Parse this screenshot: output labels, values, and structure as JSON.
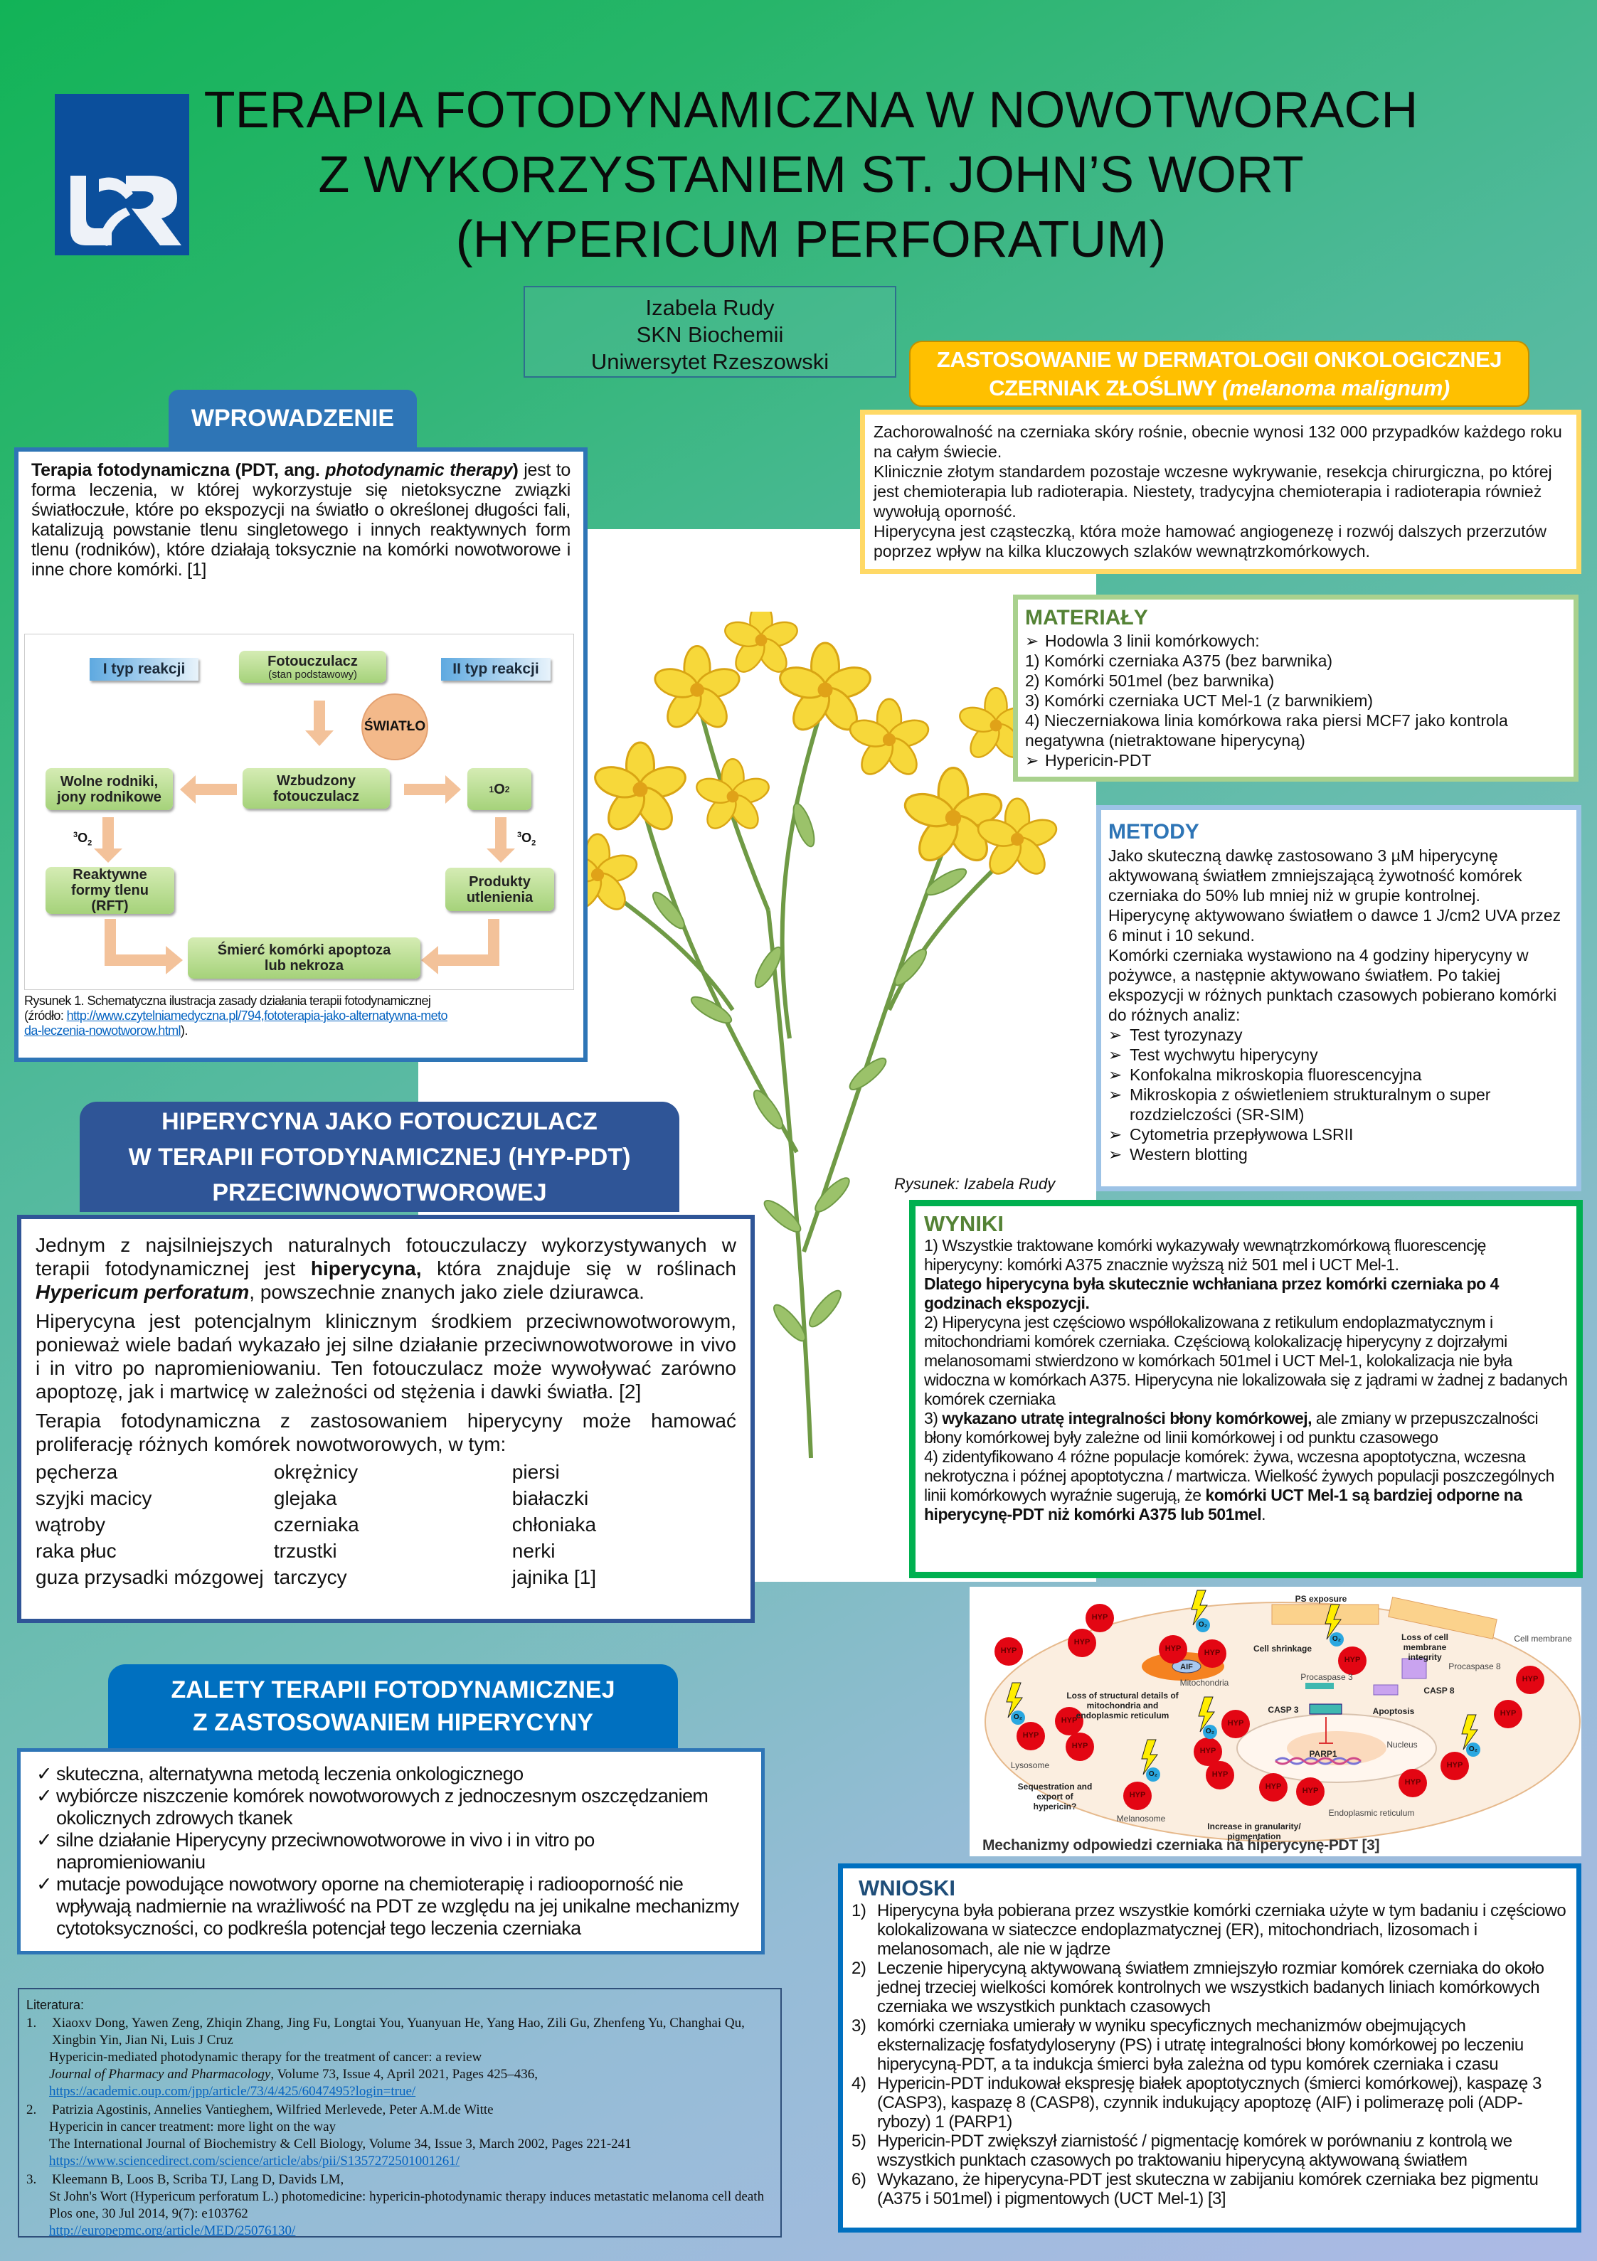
{
  "header": {
    "title_lines": [
      "TERAPIA FOTODYNAMICZNA W NOWOTWORACH",
      "Z WYKORZYSTANIEM ST. JOHN’S WORT",
      "(HYPERICUM PERFORATUM)"
    ],
    "logo_text": "UR",
    "author": {
      "name": "Izabela Rudy",
      "group": "SKN Biochemii",
      "university": "Uniwersytet Rzeszowski"
    }
  },
  "intro": {
    "heading": "WPROWADZENIE",
    "paragraph": [
      {
        "t": "Terapia fotodynamiczna (PDT, ang. ",
        "s": "b"
      },
      {
        "t": "photodynamic therapy",
        "s": "bi"
      },
      {
        "t": ")",
        "s": "b"
      },
      {
        "t": " jest to forma leczenia, w której wykorzystuje się nietoksyczne związki światłoczułe, które po ekspozycji na światło o określonej długości fali, katalizują powstanie tlenu singletowego i innych reaktywnych form tlenu (rodników), które działają toksycznie na komórki nowotworowe i inne chore komórki. [1]",
        "s": ""
      }
    ],
    "diagram": {
      "type1": "I typ reakcji",
      "type2": "II typ reakcji",
      "ground_state": "Fotouczulacz",
      "ground_state_sub": "(stan podstawowy)",
      "light": "ŚWIATŁO",
      "excited": "Wzbudzony fotouczulacz",
      "radicals": "Wolne rodniki, jony rodnikowe",
      "singlet": "1",
      "singlet_o": "O",
      "singlet_2": "2",
      "triplet_label": "3",
      "triplet_o": "O",
      "triplet_2": "2",
      "ros": "Reaktywne formy tlenu (RFT)",
      "oxidation": "Produkty utlenienia",
      "death": "Śmierć komórki apoptoza lub nekroza"
    },
    "caption": "Rysunek 1. Schematyczna ilustracja zasady działania terapii fotodynamicznej (źródło: ",
    "caption_link": "http://www.czytelniamedyczna.pl/794,fototerapia-jako-alternatywna-metoda-leczenia-nowotworow.html",
    "caption_end": ")."
  },
  "hypericin": {
    "heading_lines": [
      "HIPERYCYNA JAKO FOTOUCZULACZ",
      "W TERAPII FOTODYNAMICZNEJ (HYP-PDT)",
      "PRZECIWNOWOTWOROWEJ"
    ],
    "p1": [
      {
        "t": "Jednym z najsilniejszych naturalnych fotouczulaczy wykorzystywanych w terapii fotodynamicznej jest ",
        "s": ""
      },
      {
        "t": "hiperycyna,",
        "s": "b"
      },
      {
        "t": " która znajduje się w roślinach ",
        "s": ""
      },
      {
        "t": "Hypericum perforatum",
        "s": "bi"
      },
      {
        "t": ", powszechnie znanych jako ziele dziurawca.",
        "s": ""
      }
    ],
    "p2": "Hiperycyna jest potencjalnym klinicznym środkiem przeciwnowotworowym, ponieważ wiele badań wykazało jej silne działanie przeciwnowotworowe in vivo i in vitro po napromieniowaniu. Ten fotouczulacz może wywoływać zarówno apoptozę, jak i martwicę w zależności od stężenia i dawki światła. [2]",
    "p3": "Terapia fotodynamiczna z zastosowaniem hiperycyny może hamować proliferację różnych komórek nowotworowych, w tym:",
    "cancers": [
      [
        "pęcherza",
        "okrężnicy",
        "piersi"
      ],
      [
        "szyjki macicy",
        "glejaka",
        "białaczki"
      ],
      [
        "wątroby",
        "czerniaka",
        "chłoniaka"
      ],
      [
        "raka płuc",
        "trzustki",
        "nerki"
      ],
      [
        "guza przysadki mózgowej",
        "tarczycy",
        "jajnika [1]"
      ]
    ]
  },
  "advantages": {
    "heading_lines": [
      "ZALETY TERAPII FOTODYNAMICZNEJ",
      "Z ZASTOSOWANIEM HIPERYCYNY"
    ],
    "check_icon": "✓",
    "items": [
      "skuteczna, alternatywna metodą leczenia onkologicznego",
      "wybiórcze niszczenie komórek nowotworowych z jednoczesnym oszczędzaniem okolicznych zdrowych tkanek",
      "silne działanie Hiperycyny przeciwnowotworowe in vivo i in vitro po napromieniowaniu",
      "mutacje powodujące nowotwory oporne na chemioterapię i radiooporność nie wpływają nadmiernie na wrażliwość na PDT ze względu na jej unikalne mechanizmy cytotoksyczności, co podkreśla potencjał tego leczenia czerniaka"
    ]
  },
  "references": {
    "heading": "Literatura:",
    "items": [
      {
        "num": "1.",
        "authors": "Xiaoxv Dong, Yawen Zeng, Zhiqin Zhang, Jing Fu, Longtai You, Yuanyuan He, Yang Hao, Zili Gu, Zhenfeng Yu, Changhai Qu, Xingbin Yin, Jian Ni, Luis J Cruz",
        "title": "Hypericin-mediated photodynamic therapy for the treatment of cancer: a review",
        "journal": "Journal of Pharmacy and Pharmacology",
        "details": ", Volume 73, Issue 4, April 2021, Pages 425–436,",
        "url": "https://academic.oup.com/jpp/article/73/4/425/6047495?login=true/"
      },
      {
        "num": "2.",
        "authors": "Patrizia Agostinis, Annelies Vantieghem, Wilfried Merlevede, Peter A.M.de Witte",
        "title": "Hypericin in cancer treatment: more light on the way",
        "journal": "",
        "details": "The International Journal of Biochemistry & Cell Biology, Volume 34, Issue 3, March 2002, Pages 221-241",
        "url": "https://www.sciencedirect.com/science/article/abs/pii/S1357272501001261/"
      },
      {
        "num": "3.",
        "authors": "Kleemann B, Loos B, Scriba TJ, Lang D, Davids LM,",
        "title": "St John's Wort (Hypericum perforatum L.) photomedicine: hypericin-photodynamic therapy induces metastatic melanoma cell death",
        "journal": "",
        "details": "Plos one, 30 Jul 2014, 9(7): e103762",
        "url": "http://europepmc.org/article/MED/25076130/"
      }
    ]
  },
  "plant": {
    "caption": "Rysunek: Izabela Rudy"
  },
  "dermatology": {
    "heading_line1": "ZASTOSOWANIE W DERMATOLOGII ONKOLOGICZNEJ",
    "heading_line2": "CZERNIAK ZŁOŚLIWY ",
    "heading_italic": "(melanoma malignum)",
    "paragraphs": [
      "Zachorowalność na czerniaka skóry rośnie, obecnie wynosi 132 000 przypadków każdego roku na całym świecie.",
      "Klinicznie złotym standardem pozostaje wczesne wykrywanie, resekcja chirurgiczna, po której jest chemioterapia lub radioterapia. Niestety, tradycyjna chemioterapia i radioterapia również wywołują oporność.",
      "Hiperycyna jest cząsteczką, która może hamować angiogenezę i rozwój dalszych przerzutów poprzez wpływ na kilka kluczowych szlaków wewnątrzkomórkowych."
    ]
  },
  "materials": {
    "heading": "MATERIAŁY",
    "bullet_icon": "➢",
    "lines": [
      {
        "bullet": true,
        "t": "Hodowla 3 linii komórkowych:"
      },
      {
        "bullet": false,
        "t": "1) Komórki czerniaka A375 (bez barwnika)"
      },
      {
        "bullet": false,
        "t": "2) Komórki 501mel (bez barwnika)"
      },
      {
        "bullet": false,
        "t": "3) Komórki czerniaka UCT Mel-1 (z barwnikiem)"
      },
      {
        "bullet": false,
        "t": "4) Nieczerniakowa linia komórkowa raka piersi MCF7 jako kontrola negatywna (nietraktowane hiperycyną)"
      },
      {
        "bullet": true,
        "t": "Hypericin-PDT"
      }
    ]
  },
  "methods": {
    "heading": "METODY",
    "paragraphs": [
      "Jako skuteczną dawkę zastosowano 3 µM hiperycynę aktywowaną światłem zmniejszającą żywotność komórek czerniaka do 50% lub mniej niż w grupie kontrolnej.",
      "Hiperycynę aktywowano światłem o dawce 1 J/cm2 UVA przez 6 minut i 10 sekund.",
      "Komórki czerniaka wystawiono na 4 godziny hiperycyny w pożywce, a następnie aktywowano światłem. Po takiej ekspozycji w różnych punktach czasowych pobierano komórki do różnych analiz:"
    ],
    "bullet_icon": "➢",
    "analyses": [
      "Test tyrozynazy",
      "Test wychwytu hiperycyny",
      "Konfokalna mikroskopia fluorescencyjna",
      "Mikroskopia z oświetleniem strukturalnym o super rozdzielczości (SR-SIM)",
      "Cytometria przepływowa LSRII",
      "Western blotting"
    ]
  },
  "results": {
    "heading": "WYNIKI",
    "paragraphs": [
      [
        {
          "t": "1) Wszystkie traktowane komórki wykazywały wewnątrzkomórkową fluorescencję hiperycyny: komórki A375 znacznie wyższą niż 501 mel i UCT Mel-1.",
          "s": ""
        }
      ],
      [
        {
          "t": " Dlatego hiperycyna była skutecznie wchłaniana przez komórki czerniaka po 4 godzinach ekspozycji.",
          "s": "b"
        }
      ],
      [
        {
          "t": "2) Hiperycyna jest częściowo współlokalizowana z retikulum endoplazmatycznym i mitochondriami komórek czerniaka. Częściową kolokalizację hiperycyny z dojrzałymi melanosomami stwierdzono w komórkach 501mel i UCT Mel-1, kolokalizacja nie była widoczna w komórkach A375. Hiperycyna nie lokalizowała się z jądrami w żadnej z badanych komórek czerniaka",
          "s": ""
        }
      ],
      [
        {
          "t": "3) ",
          "s": ""
        },
        {
          "t": "wykazano utratę integralności błony komórkowej,",
          "s": "b"
        },
        {
          "t": " ale zmiany w przepuszczalności błony komórkowej były zależne od linii komórkowej i od punktu czasowego",
          "s": ""
        }
      ],
      [
        {
          "t": "4) zidentyfikowano 4 różne populacje komórek: żywa, wczesna apoptotyczna, wczesna nekrotyczna i późnej apoptotyczna / martwicza. Wielkość żywych populacji poszczególnych linii komórkowych wyraźnie sugerują, że ",
          "s": ""
        },
        {
          "t": "komórki UCT Mel-1 są bardziej odporne na hiperycynę-PDT niż komórki A375 lub 501mel",
          "s": "b"
        },
        {
          "t": ".",
          "s": ""
        }
      ]
    ]
  },
  "mechanism": {
    "caption": "Mechanizmy odpowiedzi czerniaka na hiperycynę-PDT [3]",
    "hyp": "HYP",
    "o2": "O₂",
    "aif": "AIF",
    "labels": {
      "ps": "PS exposure",
      "shrink": "Cell shrinkage",
      "loss_membrane": "Loss of cell membrane integrity",
      "membrane": "Cell membrane",
      "procasp8": "Procaspase 8",
      "mito": "Mitochondria",
      "procasp3": "Procaspase 3",
      "casp8": "CASP 8",
      "loss_struct": "Loss of structural details of mitochondria and endoplasmic reticulum",
      "casp3": "CASP 3",
      "apoptosis": "Apoptosis",
      "nucleus": "Nucleus",
      "parp": "PARP1",
      "lysosome": "Lysosome",
      "sequestration": "Sequestration and export of hypericin?",
      "melanosome": "Melanosome",
      "granularity": "Increase in granularity/ pigmentation",
      "er": "Endoplasmic reticulum"
    }
  },
  "conclusions": {
    "heading": "WNIOSKI",
    "items": [
      "Hiperycyna była pobierana przez wszystkie komórki czerniaka użyte w tym badaniu i częściowo kolokalizowana w siateczce endoplazmatycznej (ER), mitochondriach, lizosomach i melanosomach, ale nie w jądrze",
      "Leczenie hiperycyną aktywowaną światłem zmniejszyło rozmiar komórek czerniaka do około jednej trzeciej wielkości komórek kontrolnych we wszystkich badanych liniach komórkowych czerniaka we wszystkich punktach czasowych",
      "komórki czerniaka umierały w wyniku specyficznych mechanizmów obejmujących eksternalizację fosfatydyloseryny (PS) i utratę integralności błony komórkowej po leczeniu hiperycyną-PDT, a ta indukcja śmierci była zależna od typu komórek czerniaka i czasu",
      "Hypericin-PDT indukował ekspresję białek apoptotycznych (śmierci komórkowej), kaspazę 3 (CASP3), kaspazę 8 (CASP8), czynnik indukujący apoptozę (AIF) i polimerazę poli (ADP-rybozy) 1 (PARP1)",
      "Hypericin-PDT zwiększył ziarnistość / pigmentację komórek w porównaniu z kontrolą we wszystkich punktach czasowych po traktowaniu hiperycyną aktywowaną światłem",
      "Wykazano, że hiperycyna-PDT jest skuteczna w zabijaniu komórek czerniaka bez pigmentu (A375 i 501mel) i pigmentowych (UCT Mel-1) [3]"
    ]
  },
  "colors": {
    "green_header": "#548235",
    "blue_header": "#2e75b6",
    "dark_blue": "#2f5597",
    "accent_blue": "#0070c0",
    "gold": "#ffc000",
    "wyniki_border": "#00b050"
  }
}
